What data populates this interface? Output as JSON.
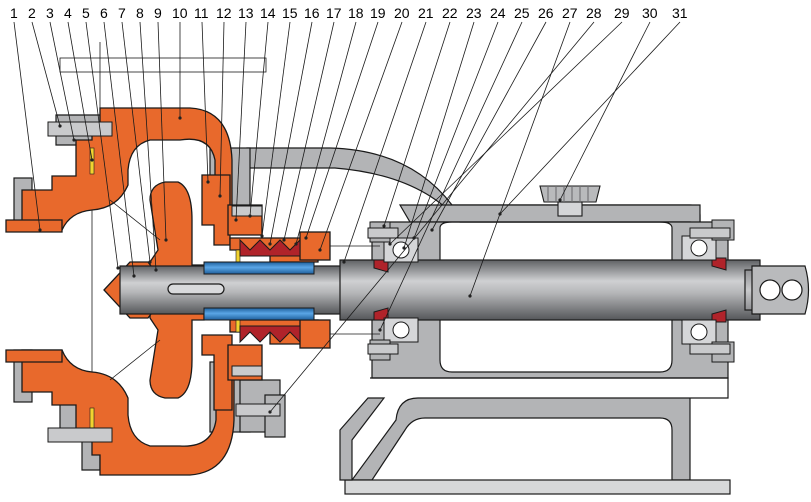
{
  "part_numbers": [
    "1",
    "2",
    "3",
    "4",
    "5",
    "6",
    "7",
    "8",
    "9",
    "10",
    "11",
    "12",
    "13",
    "14",
    "15",
    "16",
    "17",
    "18",
    "19",
    "20",
    "21",
    "22",
    "23",
    "24",
    "25",
    "26",
    "27",
    "28",
    "29",
    "30",
    "31"
  ],
  "colors": {
    "casing_lining": "#e8692c",
    "steel": "#a8a9ac",
    "shaft": "#7e8083",
    "sleeve": "#2e7fc6",
    "packing": "#b0232a",
    "gasket": "#f2d330",
    "outline": "#1a1a1a"
  }
}
